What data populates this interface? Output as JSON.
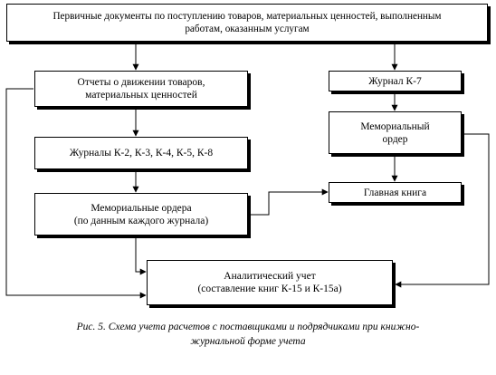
{
  "boxes": {
    "primary_docs": {
      "line1": "Первичные документы по поступлению товаров, материальных ценностей, выполненным",
      "line2": "работам, оказанным услугам"
    },
    "movement_reports": {
      "line1": "Отчеты о движении товаров,",
      "line2": "материальных ценностей"
    },
    "journals_k2_k8": {
      "line1": "Журналы К-2, К-3, К-4, К-5, К-8"
    },
    "memorial_orders": {
      "line1": "Мемориальные ордера",
      "line2": "(по данным каждого журнала)"
    },
    "journal_k7": {
      "line1": "Журнал К-7"
    },
    "memorial_order": {
      "line1": "Мемориальный",
      "line2": "ордер"
    },
    "general_ledger": {
      "line1": "Главная книга"
    },
    "analytical_accounting": {
      "line1": "Аналитический учет",
      "line2": "(составление книг К-15 и К-15а)"
    }
  },
  "caption": {
    "line1": "Рис. 5. Схема учета расчетов с поставщиками и подрядчиками при книжно-",
    "line2": "журнальной форме учета"
  }
}
